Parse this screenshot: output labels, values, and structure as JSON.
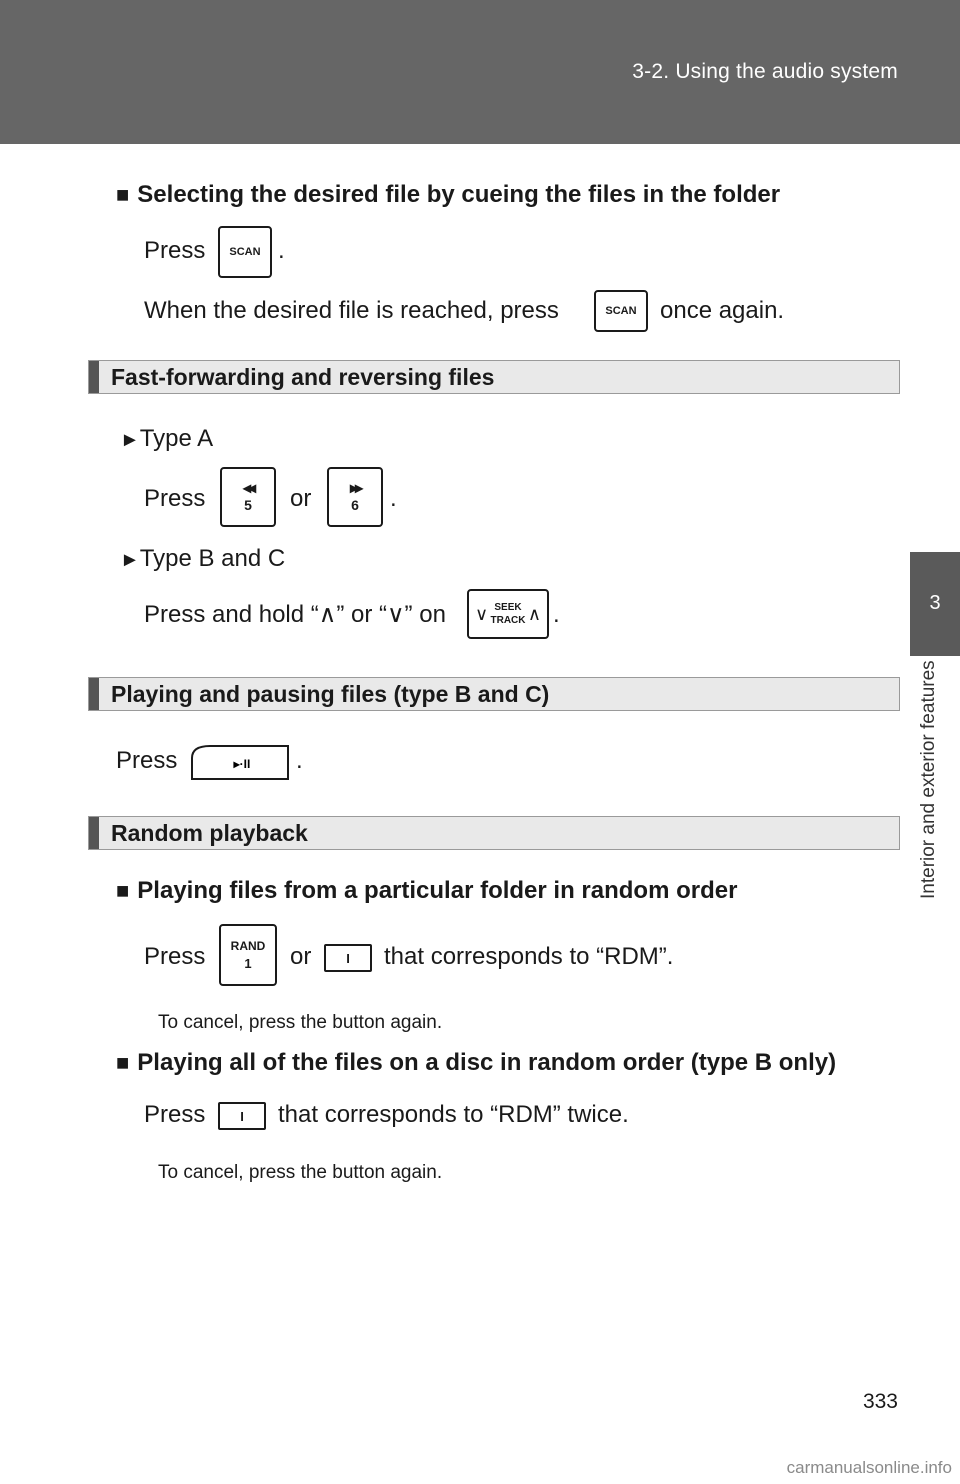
{
  "header": {
    "breadcrumb": "3-2. Using the audio system"
  },
  "side_tab": {
    "number": "3",
    "label": "Interior and exterior features"
  },
  "sub1": {
    "bullet": "■",
    "title": "Selecting the desired file by cueing the files in the folder",
    "press": "Press",
    "period": ".",
    "line2_before": "When the desired file is reached, press",
    "line2_after": "once again."
  },
  "sec_ff": {
    "title": "Fast-forwarding and reversing files",
    "typeA_marker": "►",
    "typeA": "Type A",
    "press": "Press",
    "or": "or",
    "period": ".",
    "typeBC_marker": "►",
    "typeBC": "Type B and C",
    "hold_text": "Press and hold “∧” or “∨” on",
    "hold_period": "."
  },
  "sec_play": {
    "title": "Playing and pausing files (type B and C)",
    "press": "Press",
    "period": "."
  },
  "sec_random": {
    "title": "Random playback",
    "sub1_bullet": "■",
    "sub1_title": "Playing files from a particular folder in random order",
    "sub1_press": "Press",
    "sub1_or": "or",
    "sub1_after": "that corresponds to “RDM”.",
    "sub1_note": "To cancel, press the button again.",
    "sub2_bullet": "■",
    "sub2_title": "Playing all of the files on a disc in random order (type B only)",
    "sub2_press": "Press",
    "sub2_after": "that corresponds to “RDM” twice.",
    "sub2_note": "To cancel, press the button again."
  },
  "buttons": {
    "scan": "SCAN",
    "rew_symbol": "◂◂",
    "rew_num": "5",
    "ff_symbol": "▸▸",
    "ff_num": "6",
    "seek_line1": "SEEK",
    "seek_line2": "TRACK",
    "seek_down": "∨",
    "seek_up": "∧",
    "play_pause": "▸·II",
    "rand_line1": "RAND",
    "rand_line2": "1",
    "bar_label": "I"
  },
  "footer": {
    "page_number": "333",
    "watermark": "carmanualsonline.info"
  }
}
